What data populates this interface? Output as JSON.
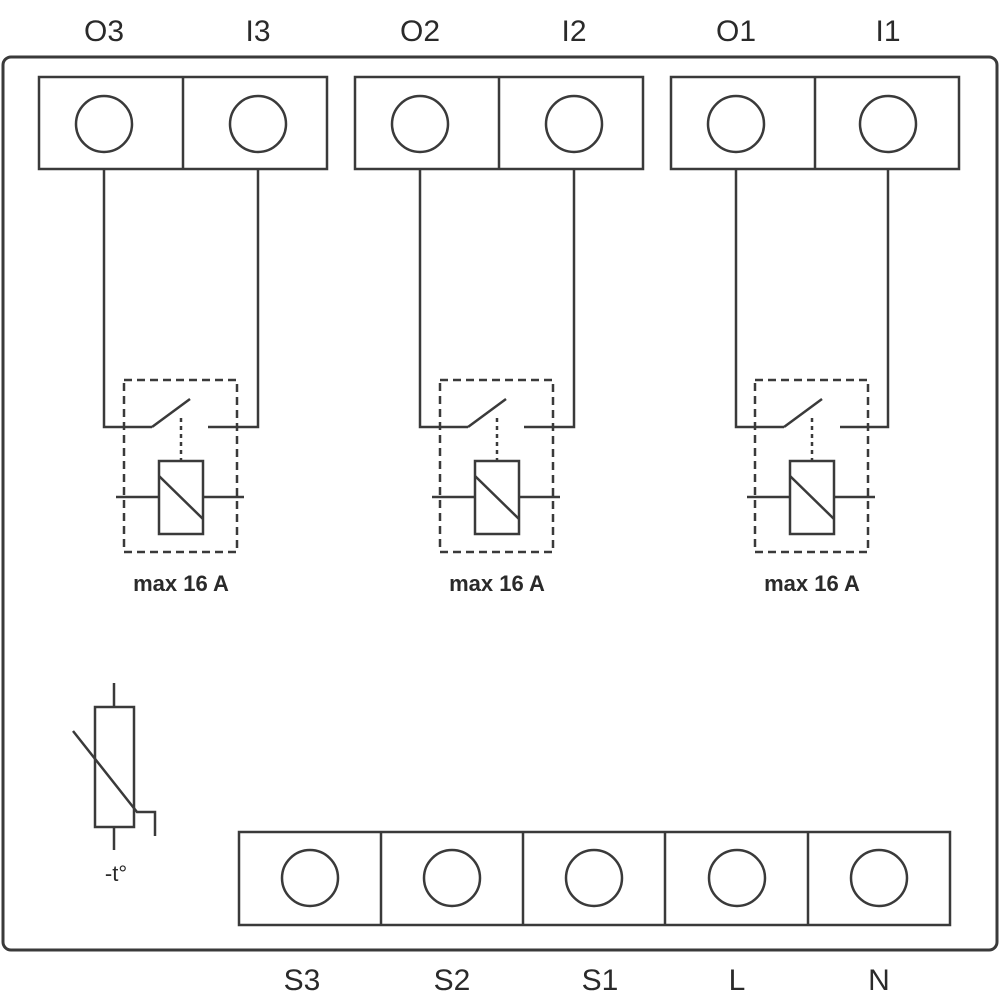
{
  "diagram": {
    "title": "",
    "colors": {
      "line": "#3a3a3a",
      "background": "#ffffff"
    },
    "top_terminal_labels": [
      "O3",
      "I3",
      "O2",
      "I2",
      "O1",
      "I1"
    ],
    "bottom_terminal_labels": [
      "S3",
      "S2",
      "S1",
      "L",
      "N"
    ],
    "relays": [
      {
        "id": "relay-3",
        "rating": "max 16 A",
        "output": "O3",
        "input": "I3"
      },
      {
        "id": "relay-2",
        "rating": "max 16 A",
        "output": "O2",
        "input": "I2"
      },
      {
        "id": "relay-1",
        "rating": "max 16 A",
        "output": "O1",
        "input": "I1"
      }
    ],
    "thermistor_label": "-t°"
  }
}
